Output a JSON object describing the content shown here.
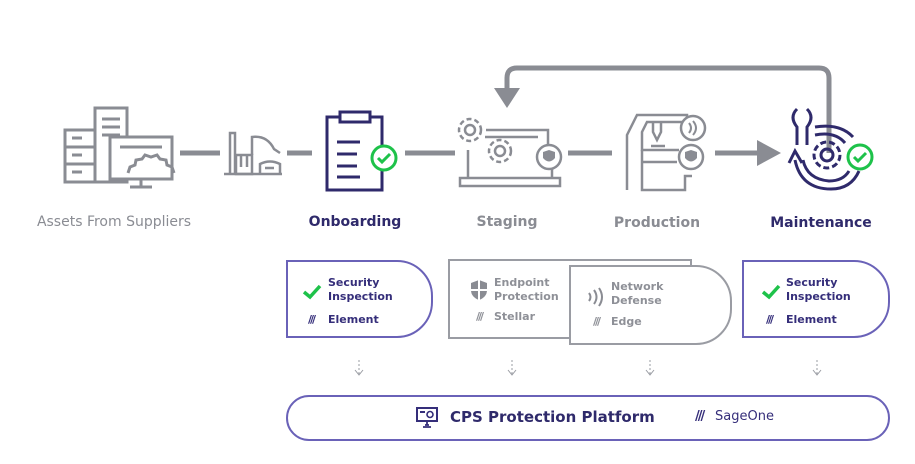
{
  "colors": {
    "purple_dark": "#2f2a6b",
    "purple_border": "#6a62b8",
    "gray": "#8a8c93",
    "green_check": "#1ec24a"
  },
  "stages": [
    {
      "label": "Assets From Suppliers",
      "status": "inactive"
    },
    {
      "label": "Onboarding",
      "status": "active",
      "badge": "check-icon"
    },
    {
      "label": "Staging",
      "status": "inactive",
      "badge": "shield-icon"
    },
    {
      "label": "Production",
      "status": "inactive",
      "badges": [
        "wireless-icon",
        "shield-icon"
      ]
    },
    {
      "label": "Maintenance",
      "status": "active",
      "badge": "check-icon"
    }
  ],
  "cards": {
    "onboarding": {
      "title_line1": "Security",
      "title_line2": "Inspection",
      "product": "Element",
      "icon": "check-icon"
    },
    "staging": {
      "title_line1": "Endpoint",
      "title_line2": "Protection",
      "product": "Stellar",
      "icon": "shield-icon"
    },
    "production": {
      "title_line1": "Network",
      "title_line2": "Defense",
      "product": "Edge",
      "icon": "wireless-icon"
    },
    "maintenance": {
      "title_line1": "Security",
      "title_line2": "Inspection",
      "product": "Element",
      "icon": "check-icon"
    }
  },
  "hatch_glyph": "///",
  "platform": {
    "title": "CPS Protection Platform",
    "product": "SageOne",
    "icon": "monitor-icon"
  }
}
